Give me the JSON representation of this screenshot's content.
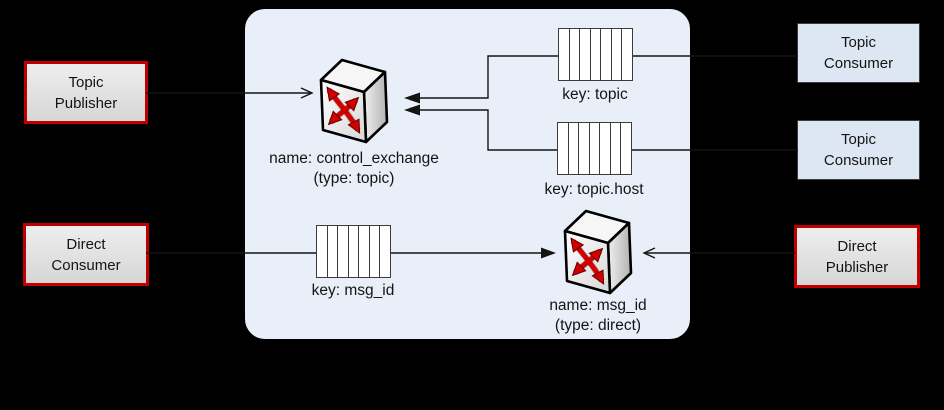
{
  "colors": {
    "background": "#000000",
    "broker_fill": "#e9eff9",
    "broker_border": "#000000",
    "publisher_box_border": "#c00000",
    "publisher_box_fill": "#e2e2e2",
    "consumer_box_fill": "#dde7f3",
    "consumer_box_border": "#3b3b3b",
    "queue_fill": "#ffffff",
    "queue_border": "#3b3b3b",
    "connector_line": "#141414",
    "exchange_arrow_red": "#d40000"
  },
  "icons": {
    "exchange_icon": "3d-box-with-red-crossed-arrows",
    "queue_icon": "striped-queue-rectangle",
    "solid_arrowhead": "filled-black-triangle",
    "open_arrowhead": "thin-open-v"
  },
  "outer_nodes": {
    "topic_publisher": {
      "line1": "Topic",
      "line2": "Publisher"
    },
    "direct_consumer": {
      "line1": "Direct",
      "line2": "Consumer"
    },
    "topic_consumer_1": {
      "line1": "Topic",
      "line2": "Consumer"
    },
    "topic_consumer_2": {
      "line1": "Topic",
      "line2": "Consumer"
    },
    "direct_publisher": {
      "line1": "Direct",
      "line2": "Publisher"
    }
  },
  "broker": {
    "exchanges": {
      "control_exchange": {
        "name_label": "name: control_exchange",
        "type_label": "(type: topic)"
      },
      "msg_id_exchange": {
        "name_label": "name: msg_id",
        "type_label": "(type: direct)"
      }
    },
    "queues": {
      "topic": {
        "label": "key: topic"
      },
      "topic_host": {
        "label": "key: topic.host"
      },
      "msg_id": {
        "label": "key: msg_id"
      }
    }
  }
}
